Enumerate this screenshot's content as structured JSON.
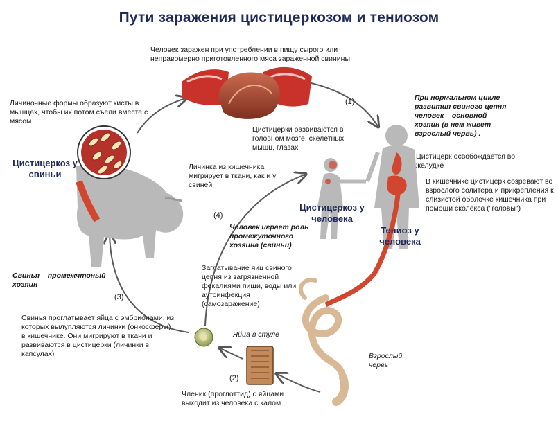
{
  "title": "Пути заражения цистицеркозом и тениозом",
  "texts": {
    "meat_infection": "Человек заражен при употреблении в пищу сырого или неправомерно приготовленного мяса зараженной свинины",
    "larvae_cysts": "Личиночные формы образуют кисты в мышцах, чтобы их потом съели вместе с мясом",
    "cysticerci_develop": "Цистицерки развиваются в головном мозге, скелетных мышц, глазах",
    "normal_cycle": "При нормальном цикле развития свиного цепня человек – основной хозяин (в нем живет взрослый червь)",
    "normal_cycle_dot": ".",
    "cysticercus_released": "Цистицерк освобождается во желудке",
    "cysticercus_matures": "В кишечнике цистицерк созревают во взрослого солитера и прикрепления к слизистой оболочке кишечника при помощи сколекса (\"головы\")",
    "larva_migrates": "Личинка из кишечника мигрирует в ткани, как и у свиней",
    "human_intermediate": "Человек играет роль промежуточного хозяина (свиньи)",
    "egg_swallowing": "Заглатывание яиц свиного цепня из загрязненной фекалиями пищи, воды или аутоинфекция (самозаражение)",
    "pig_intermediate": "Свинья – промежчтоный хозяин",
    "pig_swallows": "Свинья проглатывает яйца с эмбрионами, из которых вылупляются личинки (онкосферы) в кишечнике. Они мигрируют в ткани и развиваются в цистицерки (личинки в капсулах)",
    "eggs_in_stool": "Яйца в стуле",
    "adult_worm": "Взрослый червь",
    "proglottid": "Членик (проглоттид) с яйцами выходит из человека с калом"
  },
  "labels": {
    "pig_cysticercosis": "Цистицеркоз у свиньи",
    "human_cysticercosis": "Цистицеркоз у человека",
    "human_taeniasis": "Тениоз у человека"
  },
  "steps": {
    "s1": "(1)",
    "s2": "(2)",
    "s3": "(3)",
    "s4": "(4)"
  },
  "colors": {
    "title": "#1f2a5a",
    "meat": "#c9322b",
    "sausage": "#a8442e",
    "grey_figure": "#b9b9b9",
    "organ_red": "#d2452f",
    "worm_tan": "#d9b896",
    "arrow": "#555555"
  }
}
